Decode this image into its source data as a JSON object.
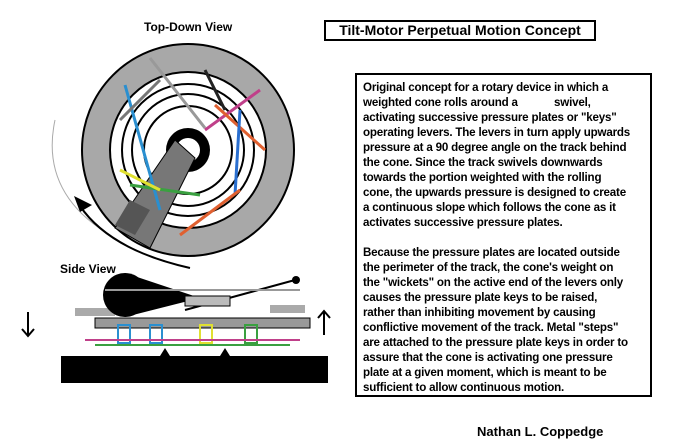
{
  "title": "Tilt-Motor Perpetual Motion Concept",
  "labels": {
    "top_view": "Top-Down View",
    "side_view": "Side View"
  },
  "description": {
    "paragraph1": [
      "Original concept for a rotary device in which a",
      "weighted cone rolls around a            swivel,",
      "activating successive pressure plates or \"keys\"",
      "operating levers. The levers in turn apply upwards",
      "pressure at a 90 degree angle on the track behind",
      "the cone. Since the track swivels downwards",
      "towards the portion weighted with the rolling",
      "cone, the upwards pressure is designed to create",
      "a continuous slope which follows the cone as it",
      "activates successive pressure plates."
    ],
    "paragraph2": [
      "Because the pressure plates are located outside",
      "the perimeter of the track, the cone's weight on",
      "the \"wickets\" on the active end of the levers only",
      "causes the pressure plate keys to be raised,",
      "rather than inhibiting movement by causing",
      "conflictive movement of the track. Metal \"steps\"",
      "are attached to the pressure plate keys in order to",
      "assure that the cone is activating one pressure",
      "plate at a given moment, which is meant to be",
      "sufficient to allow continuous motion."
    ]
  },
  "author": "Nathan L. Coppedge"
}
